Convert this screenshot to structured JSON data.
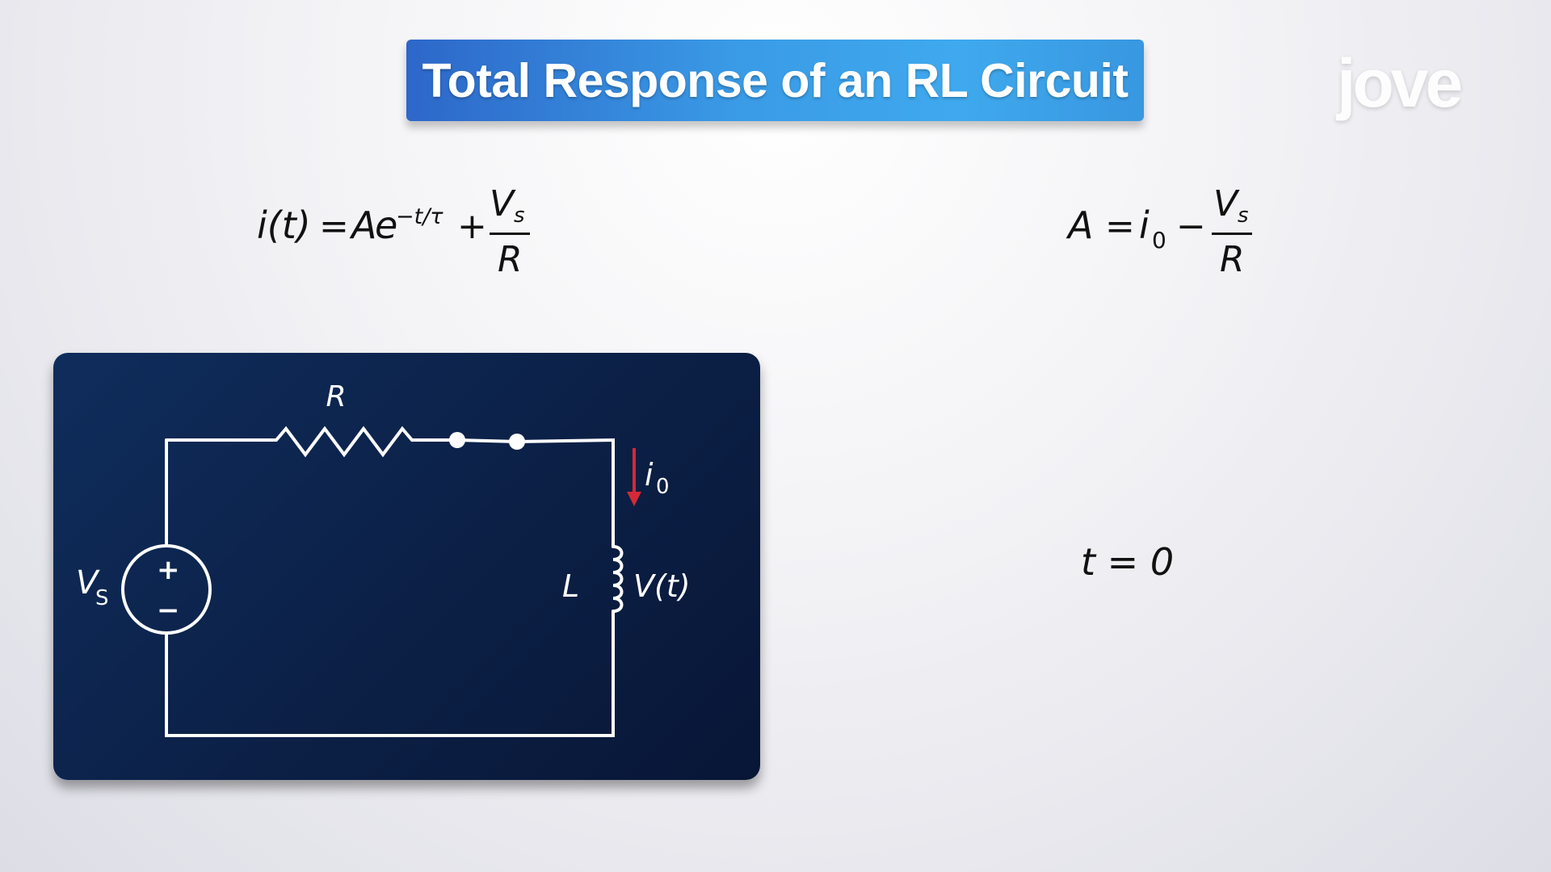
{
  "title": "Total Response of an RL Circuit",
  "logo": "jove",
  "equation_left": {
    "lhs": "i(t)",
    "equals": "=",
    "A": "A",
    "e": "e",
    "exponent": "−t/τ",
    "plus": "+",
    "num_V": "V",
    "num_sub": "s",
    "den": "R"
  },
  "equation_right": {
    "lhs": "A",
    "equals": "=",
    "i": "i",
    "i_sub": "0",
    "minus": "−",
    "num_V": "V",
    "num_sub": "s",
    "den": "R"
  },
  "time_label": "t = 0",
  "circuit": {
    "resistor_label": "R",
    "source_label": "V",
    "source_sub": "S",
    "source_plus": "+",
    "source_minus": "−",
    "inductor_label": "L",
    "voltage_label": "V(t)",
    "current_label": "i",
    "current_sub": "0",
    "wire_color": "#ffffff",
    "arrow_color": "#d42a36"
  }
}
